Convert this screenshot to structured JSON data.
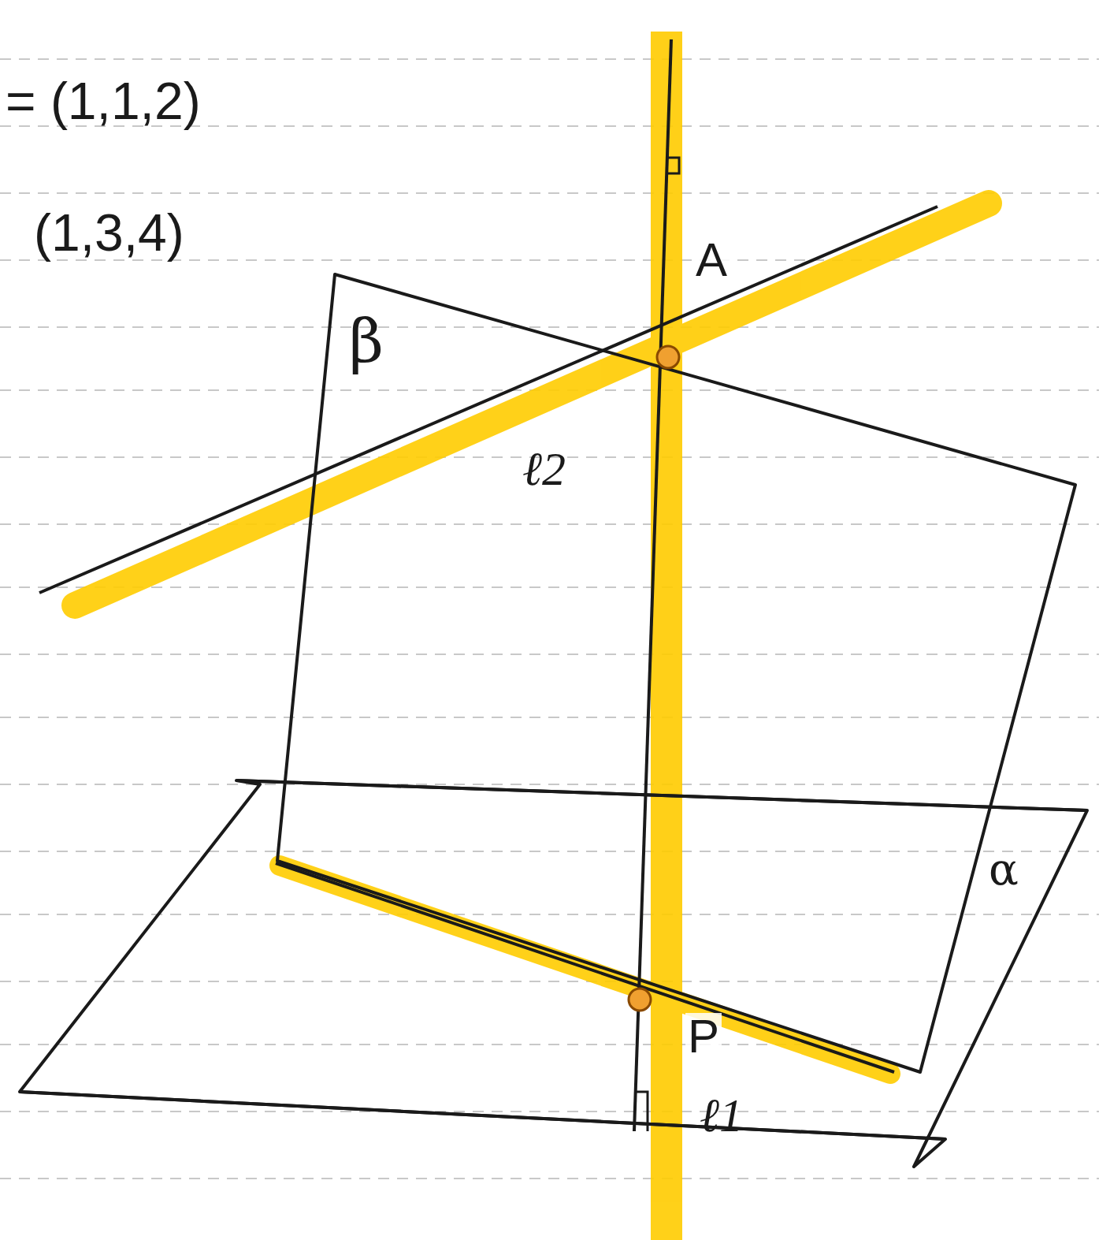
{
  "diagram": {
    "labels": [
      "= (1,1,2)",
      "(1,3,4)",
      "β",
      "A",
      "ℓ2",
      "P",
      "ℓ1",
      "α"
    ]
  }
}
